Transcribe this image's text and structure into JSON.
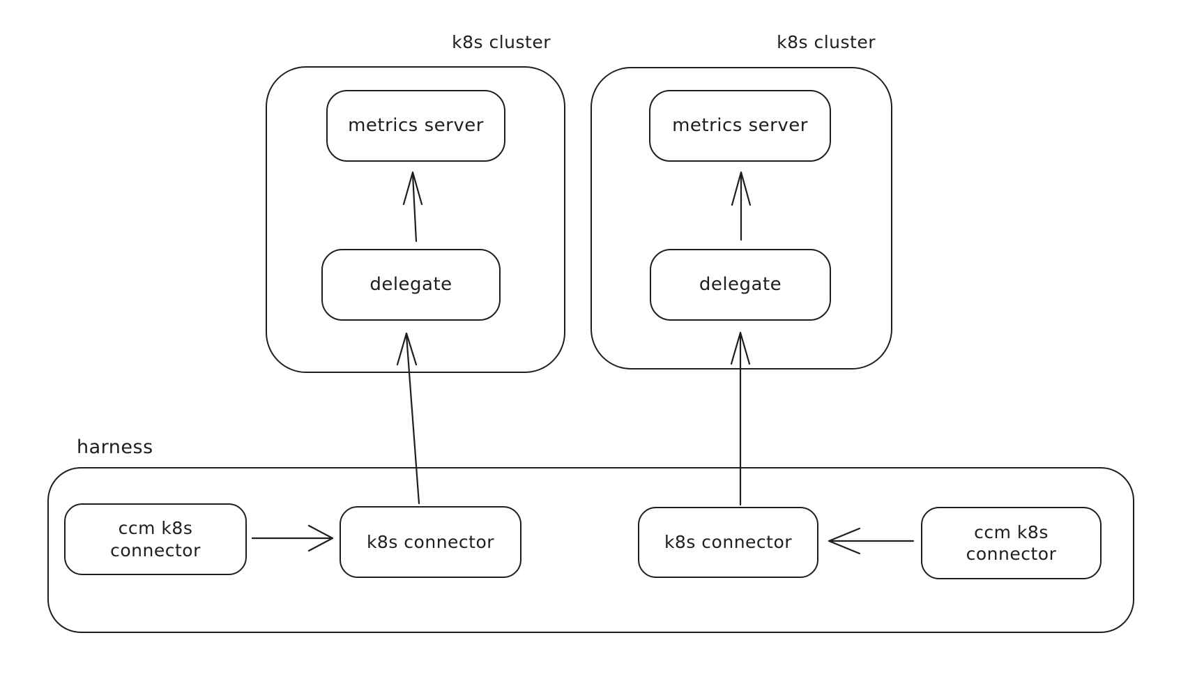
{
  "canvas": {
    "background": "#ffffff",
    "stroke_color": "#1e1e1e"
  },
  "clusters": [
    {
      "label": "k8s cluster",
      "metrics_server_label": "metrics server",
      "delegate_label": "delegate"
    },
    {
      "label": "k8s cluster",
      "metrics_server_label": "metrics server",
      "delegate_label": "delegate"
    }
  ],
  "harness": {
    "label": "harness",
    "connectors": [
      {
        "label": "ccm k8s connector"
      },
      {
        "label": "k8s connector"
      },
      {
        "label": "k8s connector"
      },
      {
        "label": "ccm k8s connector"
      }
    ]
  },
  "edges": [
    {
      "from": "delegate (left k8s cluster)",
      "to": "metrics server (left k8s cluster)"
    },
    {
      "from": "delegate (right k8s cluster)",
      "to": "metrics server (right k8s cluster)"
    },
    {
      "from": "k8s connector (left, harness)",
      "to": "delegate (left k8s cluster)"
    },
    {
      "from": "k8s connector (right, harness)",
      "to": "delegate (right k8s cluster)"
    },
    {
      "from": "ccm k8s connector (left, harness)",
      "to": "k8s connector (left, harness)"
    },
    {
      "from": "ccm k8s connector (right, harness)",
      "to": "k8s connector (right, harness)"
    }
  ]
}
